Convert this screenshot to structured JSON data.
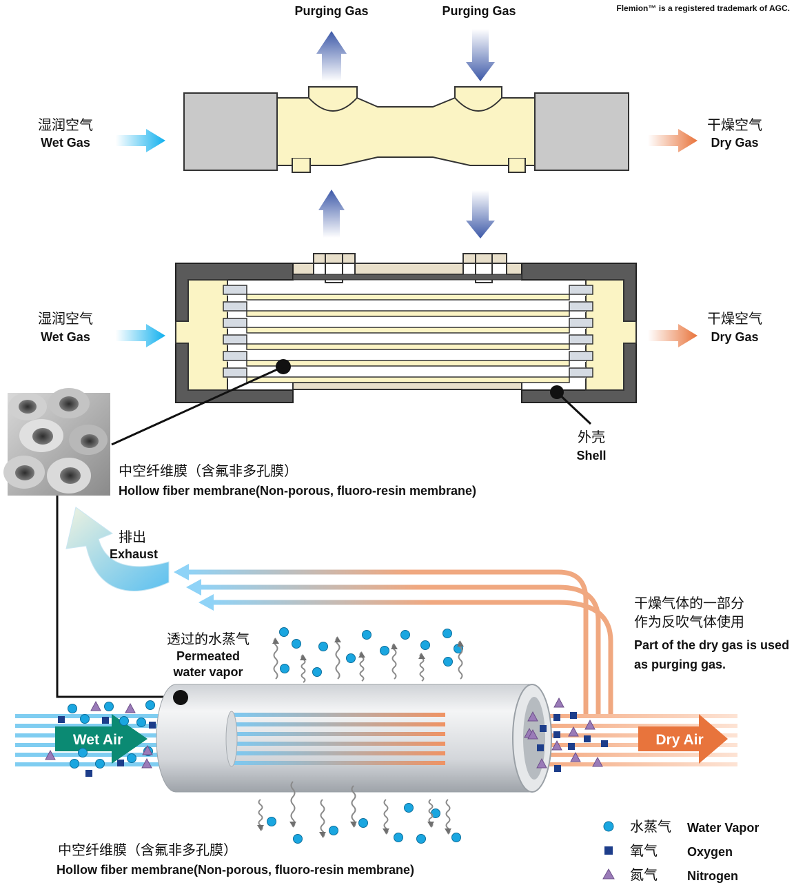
{
  "trademark_note": "Flemion™ is a registered trademark of AGC.",
  "top_module": {
    "purge_out_label": "Purging Gas",
    "purge_in_label": "Purging Gas",
    "inlet_cn": "湿润空气",
    "inlet_en": "Wet Gas",
    "outlet_cn": "干燥空气",
    "outlet_en": "Dry Gas"
  },
  "section_module": {
    "inlet_cn": "湿润空气",
    "inlet_en": "Wet Gas",
    "outlet_cn": "干燥空气",
    "outlet_en": "Dry Gas",
    "shell_cn": "外壳",
    "shell_en": "Shell",
    "fiber_count": 6
  },
  "membrane_label": {
    "cn": "中空纤维膜（含氟非多孔膜）",
    "en": "Hollow fiber membrane(Non-porous, fluoro-resin membrane)"
  },
  "flow_diagram": {
    "exhaust_cn": "排出",
    "exhaust_en": "Exhaust",
    "permeated_cn": "透过的水蒸气",
    "permeated_en_line1": "Permeated",
    "permeated_en_line2": "water vapor",
    "purge_note_cn_line1": "干燥气体的一部分",
    "purge_note_cn_line2": "作为反吹气体使用",
    "purge_note_en_line1": "Part of the dry gas is used",
    "purge_note_en_line2": "as purging gas.",
    "wet_air": "Wet Air",
    "dry_air": "Dry Air",
    "membrane_cn": "中空纤维膜（含氟非多孔膜）",
    "membrane_en": "Hollow fiber membrane(Non-porous, fluoro-resin membrane)"
  },
  "legend": [
    {
      "cn": "水蒸气",
      "en": "Water Vapor",
      "symbol": "circle",
      "color": "#1aa6e0"
    },
    {
      "cn": "氧气",
      "en": "Oxygen",
      "symbol": "square",
      "color": "#1d3d8a"
    },
    {
      "cn": "氮气",
      "en": "Nitrogen",
      "symbol": "triangle",
      "color": "#9a7bb8"
    }
  ],
  "colors": {
    "wet": "#1fb0ea",
    "dry": "#e8743c",
    "purge_arrow": "#3d59a8",
    "housing_gray": "#5a5a5a",
    "body_cream": "#fbf4c4",
    "wet_air_badge": "#0b8a73"
  }
}
